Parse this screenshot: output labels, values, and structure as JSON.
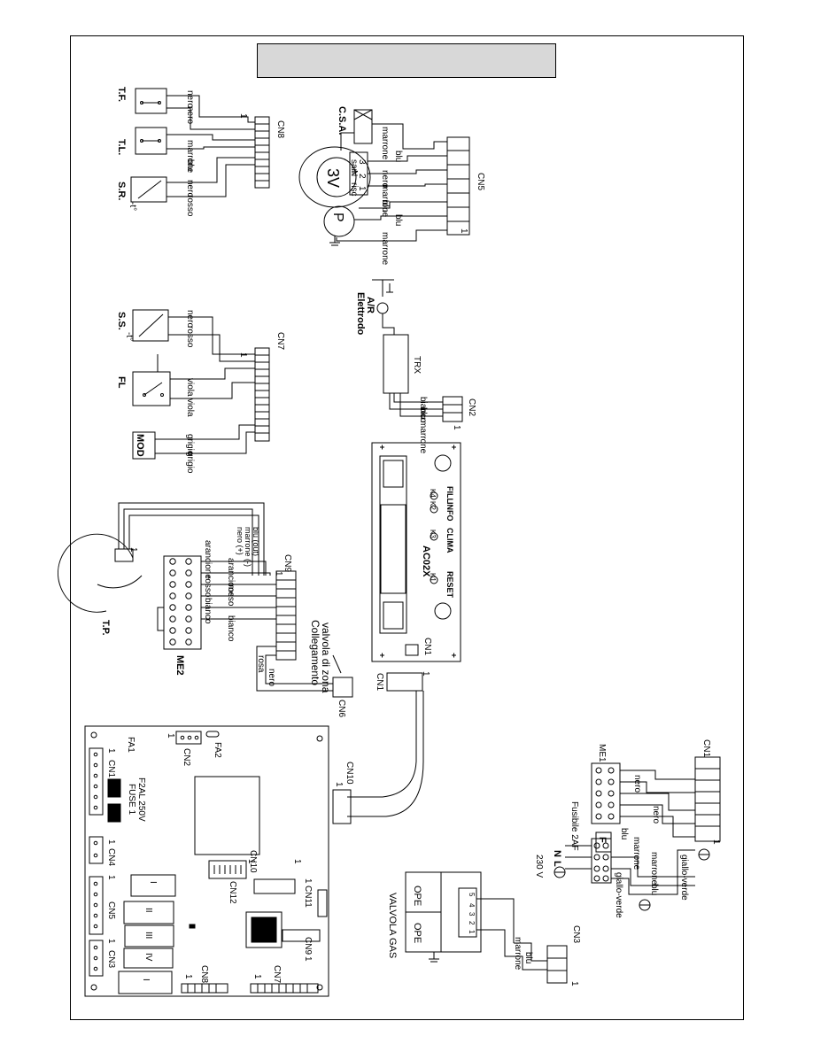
{
  "title_box_text": "",
  "board": {
    "labels": {
      "fa1": "FA1",
      "one_fa1": "1",
      "cn2": "CN2",
      "one_cn2": "1",
      "fa2": "FA2",
      "cn1": "CN1",
      "one_cn1": "1",
      "fuse": "FUSE 1",
      "fuse_rating": "F2AL 250V",
      "cn4": "CN4",
      "one_cn4": "1",
      "cn10": "CN10",
      "one_cn10": "1",
      "cn12": "CN12",
      "one_cn12": "1",
      "cn11": "CN11",
      "one_cn11": "1",
      "cn5": "CN5",
      "one_cn5": "1",
      "cn3": "CN3",
      "one_cn3": "1",
      "cn9": "CN9",
      "one_cn9": "1",
      "cn8": "CN8",
      "one_cn8": "1",
      "cn7": "CN7",
      "one_cn7": "1",
      "relay_1": "I",
      "relay_2": "II",
      "relay_3": "III",
      "relay_4": "IV",
      "relay_5": "I"
    }
  },
  "sensors_top": {
    "tf": "T.F.",
    "tl": "T.L.",
    "sr": "S.R.",
    "deg": "-t°",
    "cn8": "CN8",
    "one": "1",
    "w_nero1": "nero",
    "w_nero2": "nero",
    "w_marrone": "marrone",
    "w_blu": "blu",
    "w_nero3": "nero",
    "w_rosso": "rosso"
  },
  "csa": {
    "label": "C.S.A.",
    "three_v": "3V",
    "p": "P",
    "cn5": "CN5",
    "one": "1",
    "pin_3": "3",
    "pin_2": "2",
    "pin_1": "1",
    "n": "N",
    "san": "san",
    "risc": "risc",
    "w_marrone1": "marrone",
    "w_blu1": "blu",
    "w_nero": "nero",
    "w_marrone2": "marrone",
    "w_blu2": "blu",
    "w_blu3": "blu",
    "w_marrone3": "marrone"
  },
  "middle": {
    "ss": "S.S.",
    "fl": "FL",
    "mod": "MOD",
    "deg": "-t°",
    "cn7": "CN7",
    "one": "1",
    "w_nero": "nero",
    "w_rosso": "rosso",
    "w_viola1": "viola",
    "w_viola2": "viola",
    "w_grigio1": "grigio",
    "w_grigio2": "grigio"
  },
  "electrode": {
    "label_line1": "Elettrodo",
    "label_line2": "A/R",
    "trx": "TRX",
    "cn2": "CN2",
    "one": "1",
    "w_bianco": "bianco",
    "w_blu": "blu",
    "w_marrone": "marrone"
  },
  "tp_me2": {
    "tp": "T.P.",
    "me2": "ME2",
    "cn9": "CN9",
    "one_cn9": "1",
    "one_tp": "1",
    "w_nero_plus": "nero (+)",
    "w_marrone_minus": "marrone (-)",
    "w_blu_out": "blu (out)",
    "w_arancione1": "arancione",
    "w_arancione2": "arancione",
    "w_rosso1": "rosso",
    "w_rosso2": "rosso",
    "w_bianco1": "bianco",
    "w_bianco2": "bianco",
    "w_rosa": "rosa",
    "w_nero": "nero",
    "zone_line1": "Collegamento",
    "zone_line2": "valvola di zona",
    "cn6": "CN6"
  },
  "display": {
    "model": "AC02X",
    "cn1": "CN1",
    "k1": "K1",
    "k2": "K2",
    "k3": "K3",
    "k4": "K4",
    "reset": "RESET",
    "clima": "CLIMA",
    "info": "INFO",
    "fill": "FILL",
    "cable_cn1": "CN1",
    "cable_one": "1",
    "cn10": "CN10",
    "cn10_one": "1"
  },
  "gas_valve": {
    "label": "VALVOLA GAS",
    "ope1": "OPE",
    "ope2": "OPE",
    "cn3": "CN3",
    "one": "1",
    "w_marrone": "marrone",
    "w_blu": "blu",
    "pins": [
      "5",
      "4",
      "3",
      "2",
      "1"
    ]
  },
  "power": {
    "voltage": "230 V",
    "n": "N",
    "l": "L",
    "fuse": "Fusibile 2AF",
    "f": "F",
    "me1": "ME1",
    "cn1": "CN1",
    "one": "1",
    "w_nero1": "nero",
    "w_nero2": "nero",
    "w_blu1": "blu",
    "w_marrone1": "marrone",
    "w_marrone2": "marrone",
    "w_blu2": "blu",
    "w_giallo_verde1": "giallo-verde",
    "w_giallo_verde2": "giallo-verde"
  },
  "colors": {
    "line": "#000000",
    "title_fill": "#d8d8d8",
    "background": "#ffffff"
  }
}
